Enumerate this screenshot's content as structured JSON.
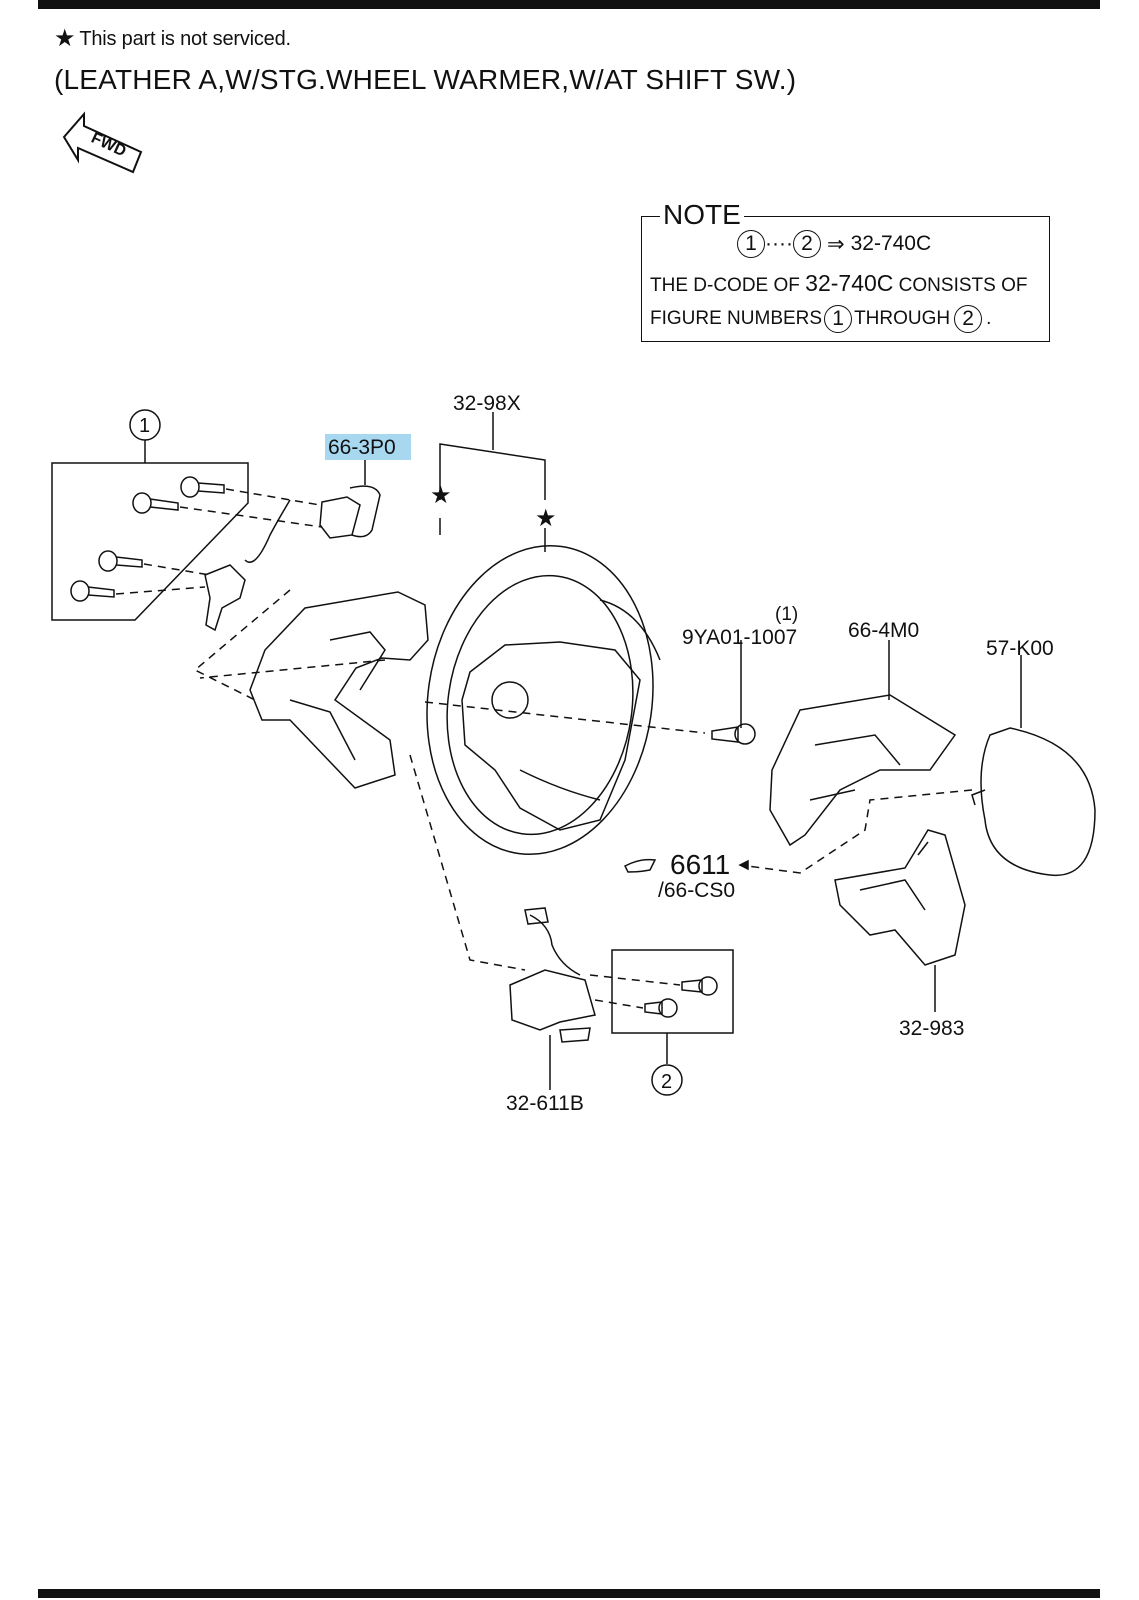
{
  "header": {
    "notice_star": "★",
    "notice_text": "This part is not serviced.",
    "title": "(LEATHER A,W/STG.WHEEL WARMER,W/AT SHIFT SW.)",
    "fwd_label": "FWD"
  },
  "note": {
    "heading": "NOTE",
    "range_from": "1",
    "range_dots": "····",
    "range_to": "2",
    "arrow": "⇒",
    "dcode": "32-740C",
    "line2_a": "THE D-CODE OF ",
    "line2_code": "32-740C",
    "line2_b": " CONSISTS OF",
    "line3_a": "FIGURE NUMBERS",
    "line3_from": "1",
    "line3_b": "THROUGH",
    "line3_to": "2",
    "line3_end": "."
  },
  "parts": {
    "group1": "1",
    "group2": "2",
    "p_66_3p0": "66-3P0",
    "p_32_98x": "32-98X",
    "p_9ya01": "9YA01-1007",
    "p_9ya01_qty": "(1)",
    "p_66_4m0": "66-4M0",
    "p_57_k00": "57-K00",
    "p_6611": "6611",
    "p_66_cs0": "/66-CS0",
    "p_32_983": "32-983",
    "p_32_611b": "32-611B",
    "star": "★"
  },
  "colors": {
    "highlight": "#a8d8f0",
    "ink": "#111111"
  }
}
